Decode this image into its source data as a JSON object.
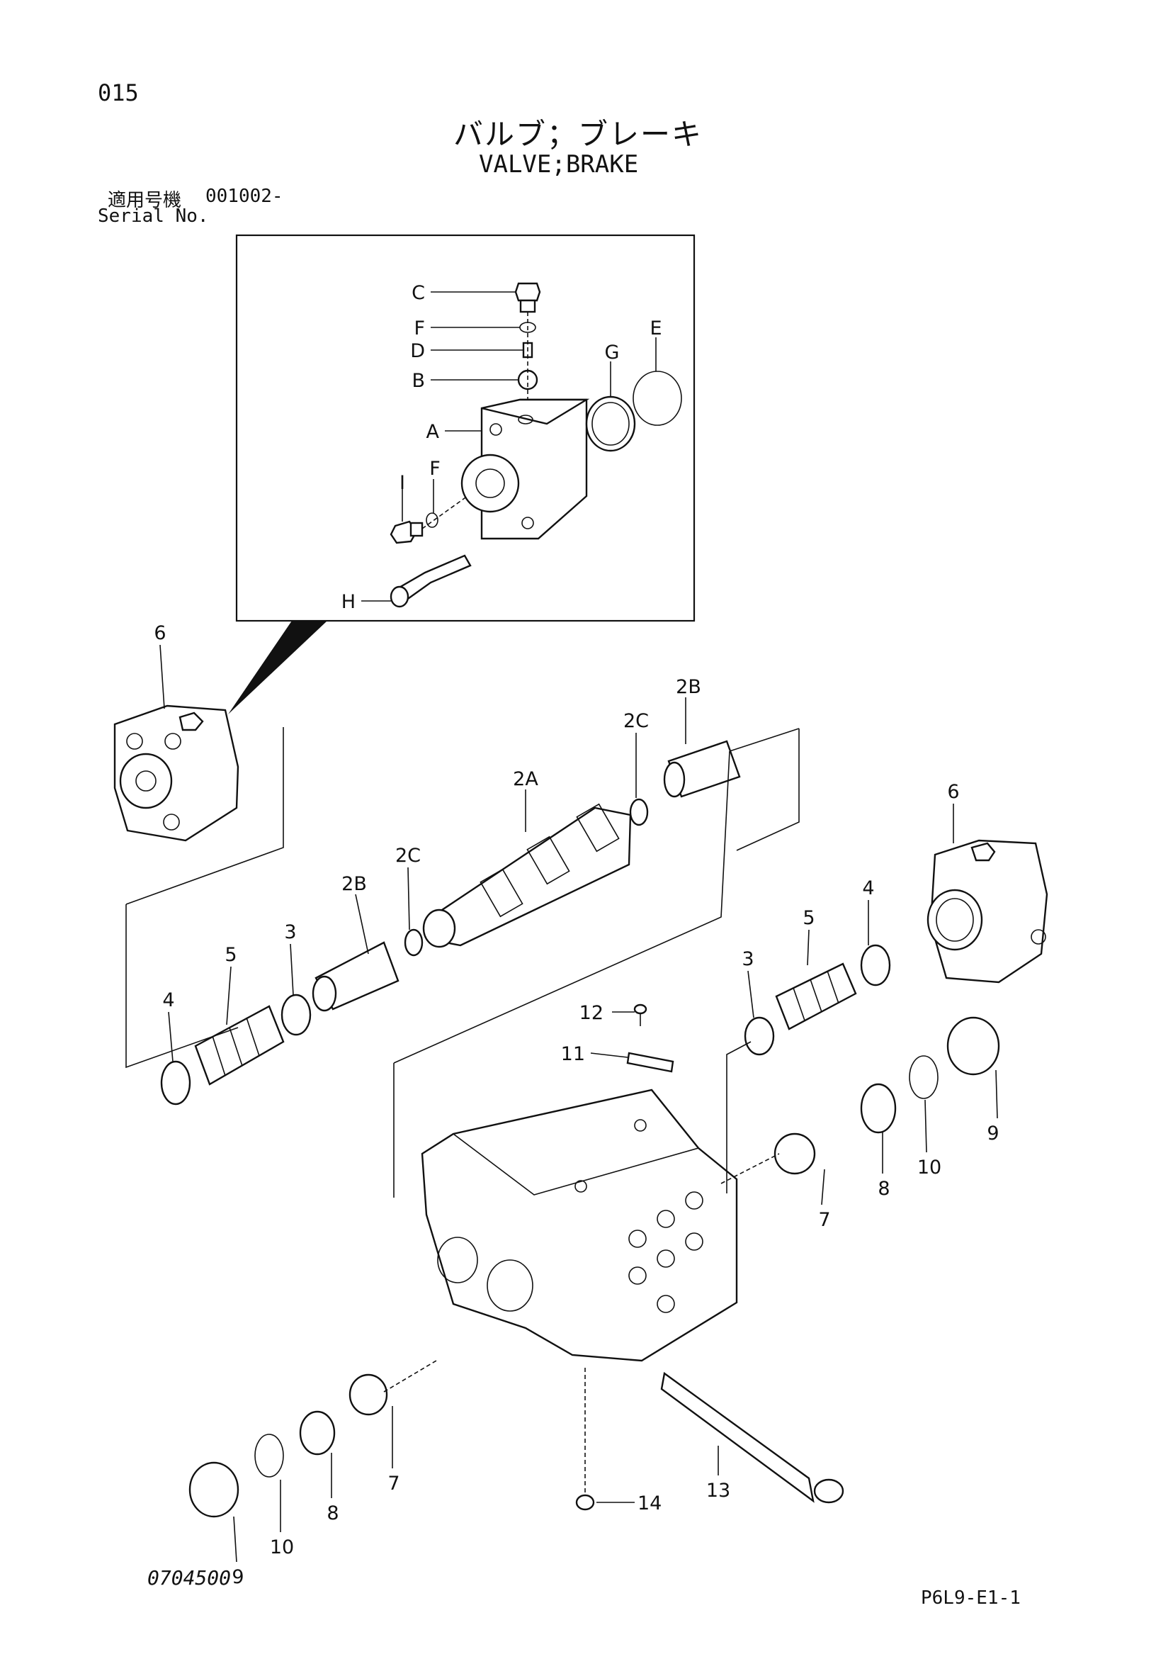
{
  "header": {
    "page_number": "015",
    "title_jp": "バルブ；ブレーキ",
    "title_en": "VALVE;BRAKE",
    "serial_label_jp": "適用号機",
    "serial_code": "001002-",
    "serial_label_en": "Serial No."
  },
  "footer": {
    "drawing_code": "0704500",
    "sheet_code": "P6L9-E1-1"
  },
  "callouts": {
    "C": "C",
    "F": "F",
    "D": "D",
    "B": "B",
    "A": "A",
    "G": "G",
    "E": "E",
    "I": "I",
    "H": "H",
    "p2A": "2A",
    "p2B": "2B",
    "p2C": "2C",
    "p3": "3",
    "p4": "4",
    "p5": "5",
    "p6": "6",
    "p7": "7",
    "p8": "8",
    "p9": "9",
    "p10": "10",
    "p11": "11",
    "p12": "12",
    "p13": "13",
    "p14": "14"
  }
}
